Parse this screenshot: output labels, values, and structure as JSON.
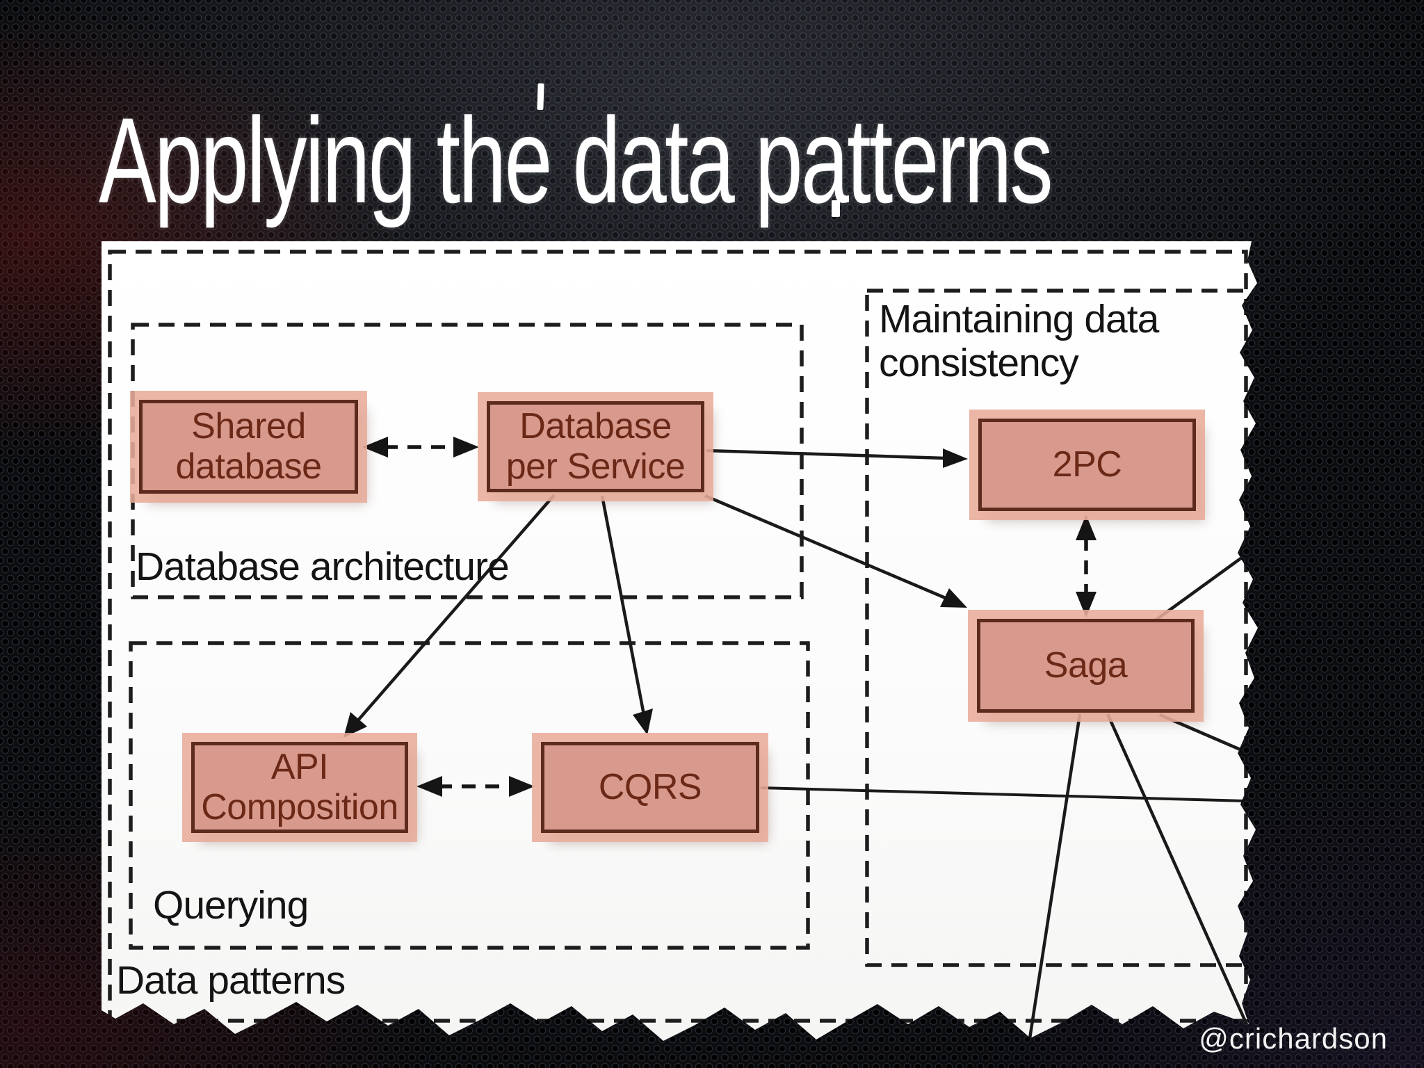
{
  "slide": {
    "title": "Applying the data patterns",
    "watermark": "@crichardson"
  },
  "diagram": {
    "groups": {
      "data_patterns": {
        "label": "Data patterns"
      },
      "database_architecture": {
        "label": "Database architecture"
      },
      "querying": {
        "label": "Querying"
      },
      "maintaining": {
        "label": "Maintaining data\nconsistency"
      }
    },
    "nodes": {
      "shared_database": {
        "label": "Shared\ndatabase"
      },
      "database_per_service": {
        "label": "Database\nper Service"
      },
      "two_pc": {
        "label": "2PC"
      },
      "saga": {
        "label": "Saga"
      },
      "api_composition": {
        "label": "API\nComposition"
      },
      "cqrs": {
        "label": "CQRS"
      }
    },
    "relations": [
      "Shared database <..> Database per Service",
      "API Composition <..> CQRS",
      "2PC <..> Saga",
      "Database per Service -> 2PC",
      "Database per Service -> Saga",
      "Database per Service -> API Composition",
      "Database per Service -> CQRS"
    ],
    "colors": {
      "node_fill": "#d79a8c",
      "node_border": "#5d2b1e",
      "node_glow": "#e8ac9a",
      "node_text": "#6b2817",
      "line": "#1b1b1b",
      "paper": "#fdfdfd"
    }
  }
}
